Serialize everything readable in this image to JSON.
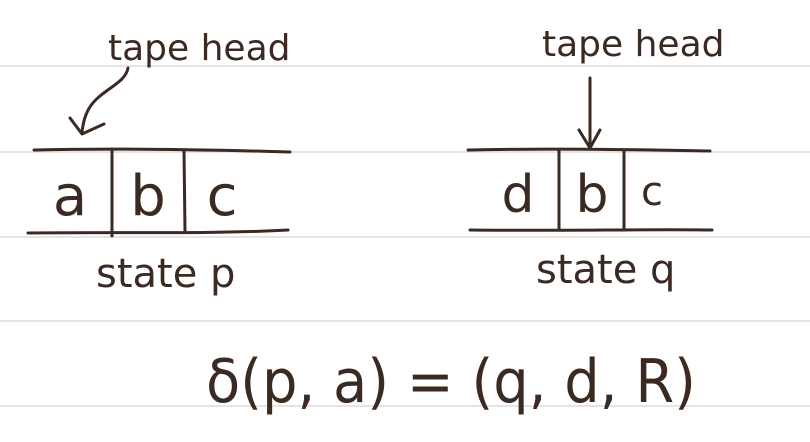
{
  "left": {
    "label": "tape head",
    "cells": [
      "a",
      "b",
      "c"
    ],
    "state_label": "state p"
  },
  "right": {
    "label": "tape head",
    "cells": [
      "d",
      "b",
      "c"
    ],
    "state_label": "state q"
  },
  "equation": "δ(p, a) = (q, d, R)",
  "colors": {
    "ink": "#3a2a22",
    "rule": "#c9c9c9",
    "paper": "#ffffff"
  }
}
